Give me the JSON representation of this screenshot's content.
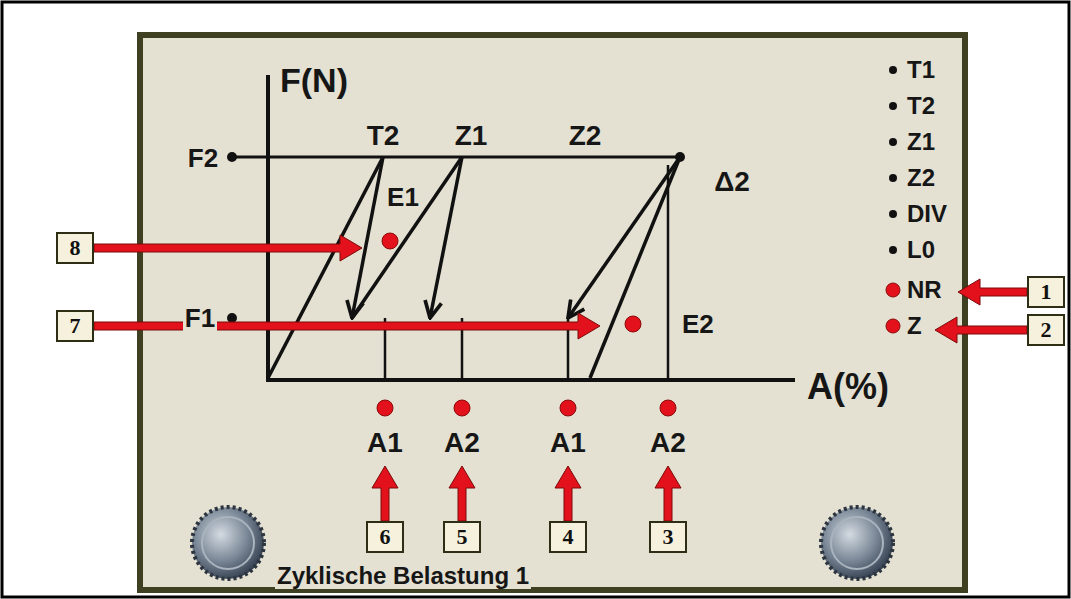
{
  "diagram": {
    "nodes": [
      {
        "text": [
          "8"
        ]
      },
      {
        "text": [
          "1"
        ]
      },
      {
        "text": [
          "7"
        ]
      },
      {
        "text": [
          "2"
        ]
      },
      {
        "text": [
          "6"
        ]
      },
      {
        "text": [
          "5"
        ]
      },
      {
        "text": [
          "4"
        ]
      },
      {
        "text": [
          "3"
        ]
      }
    ],
    "labels": [
      "F(N)",
      "T2",
      "Z1",
      "Z2",
      "F2",
      "Δ2",
      "E1",
      "T1",
      "T2",
      "Z1",
      "Z2",
      "DIV",
      "L0",
      "NR",
      "Z",
      "F1",
      "E2",
      "A(%)",
      "A1",
      "A2",
      "A1",
      "A2",
      "Zyklische Belastung 1"
    ]
  }
}
